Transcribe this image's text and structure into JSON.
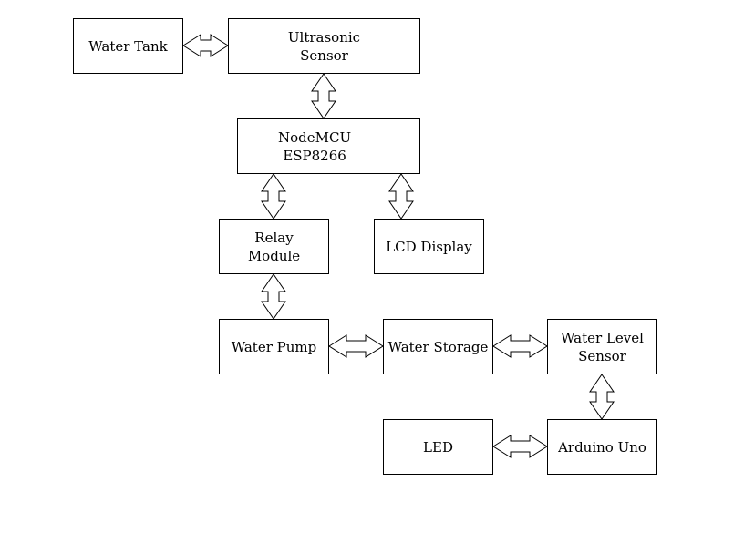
{
  "diagram": {
    "nodes": [
      {
        "id": "tank",
        "label": "Water Tank"
      },
      {
        "id": "ultra",
        "label": "Ultrasonic\nSensor"
      },
      {
        "id": "node",
        "label": "NodeMCU\nESP8266"
      },
      {
        "id": "relay",
        "label": "Relay\nModule"
      },
      {
        "id": "lcd",
        "label": "LCD Display"
      },
      {
        "id": "pump",
        "label": "Water Pump"
      },
      {
        "id": "storage",
        "label": "Water Storage"
      },
      {
        "id": "wls",
        "label": "Water Level\nSensor"
      },
      {
        "id": "led",
        "label": "LED"
      },
      {
        "id": "uno",
        "label": "Arduino Uno"
      }
    ],
    "edges": [
      {
        "from": "tank",
        "to": "ultra",
        "direction": "both"
      },
      {
        "from": "ultra",
        "to": "node",
        "direction": "both"
      },
      {
        "from": "node",
        "to": "relay",
        "direction": "both"
      },
      {
        "from": "node",
        "to": "lcd",
        "direction": "both"
      },
      {
        "from": "relay",
        "to": "pump",
        "direction": "both"
      },
      {
        "from": "pump",
        "to": "storage",
        "direction": "both"
      },
      {
        "from": "storage",
        "to": "wls",
        "direction": "both"
      },
      {
        "from": "wls",
        "to": "uno",
        "direction": "both"
      },
      {
        "from": "led",
        "to": "uno",
        "direction": "both"
      }
    ]
  }
}
